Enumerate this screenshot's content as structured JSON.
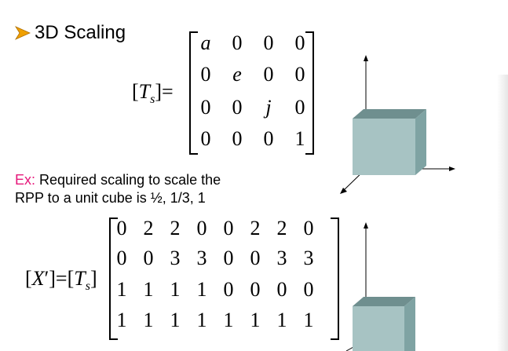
{
  "heading": {
    "bullet_icon": "arrow-bullet-icon",
    "bullet_color": "#f0a000",
    "text": "3D Scaling"
  },
  "scaling_matrix": {
    "lhs_T": "T",
    "lhs_sub": "s",
    "equals": "=",
    "rows": [
      [
        "a",
        "0",
        "0",
        "0"
      ],
      [
        "0",
        "e",
        "0",
        "0"
      ],
      [
        "0",
        "0",
        "j",
        "0"
      ],
      [
        "0",
        "0",
        "0",
        "1"
      ]
    ]
  },
  "example": {
    "prefix": "Ex:",
    "line1": " Required scaling to scale the",
    "line2": "RPP to a unit cube is ½, 1/3, 1",
    "prefix_color": "#e6177a"
  },
  "product_matrix": {
    "lhs_X": "X",
    "lhs_prime": "′",
    "equals": "=",
    "rhs_T": "T",
    "rhs_sub": "s",
    "rows": [
      [
        "0",
        "2",
        "2",
        "0",
        "0",
        "2",
        "2",
        "0"
      ],
      [
        "0",
        "0",
        "3",
        "3",
        "0",
        "0",
        "3",
        "3"
      ],
      [
        "1",
        "1",
        "1",
        "1",
        "0",
        "0",
        "0",
        "0"
      ],
      [
        "1",
        "1",
        "1",
        "1",
        "1",
        "1",
        "1",
        "1"
      ]
    ]
  },
  "colors": {
    "cube_front": "#a7c3c3",
    "cube_top": "#6f8f8f",
    "cube_side": "#7fa3a3"
  }
}
